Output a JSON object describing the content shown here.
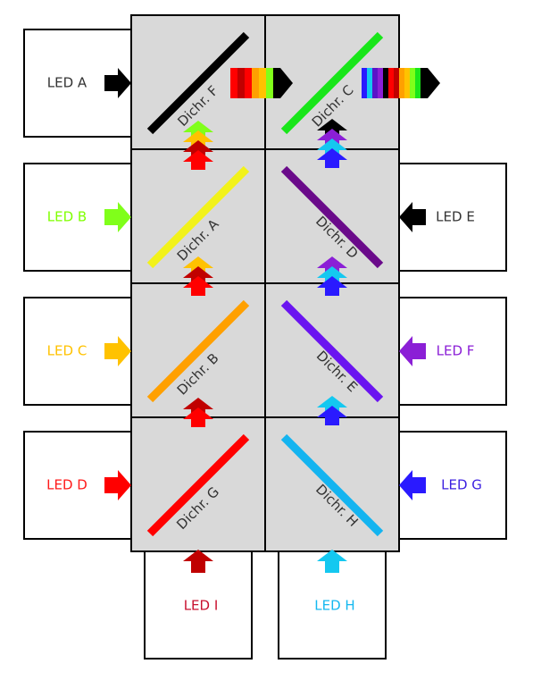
{
  "leds": [
    {
      "id": "led-a",
      "label": "LED A",
      "color": "#333333"
    },
    {
      "id": "led-b",
      "label": "LED B",
      "color": "#7fff00"
    },
    {
      "id": "led-c",
      "label": "LED C",
      "color": "#ffc200"
    },
    {
      "id": "led-d",
      "label": "LED D",
      "color": "#ff1a1a"
    },
    {
      "id": "led-e",
      "label": "LED E",
      "color": "#333333"
    },
    {
      "id": "led-f",
      "label": "LED F",
      "color": "#8b1fd6"
    },
    {
      "id": "led-g",
      "label": "LED G",
      "color": "#3b1fe0"
    },
    {
      "id": "led-h",
      "label": "LED H",
      "color": "#14b8f0"
    },
    {
      "id": "led-i",
      "label": "LED I",
      "color": "#c8102e"
    }
  ],
  "dichroics": [
    {
      "id": "dichr-f",
      "label": "Dichr. F",
      "color": "#000000"
    },
    {
      "id": "dichr-c",
      "label": "Dichr. C",
      "color": "#19e61a"
    },
    {
      "id": "dichr-a",
      "label": "Dichr. A",
      "color": "#f2f21a"
    },
    {
      "id": "dichr-d",
      "label": "Dichr. D",
      "color": "#6a0a8a"
    },
    {
      "id": "dichr-b",
      "label": "Dichr. B",
      "color": "#ffa000"
    },
    {
      "id": "dichr-e",
      "label": "Dichr. E",
      "color": "#6a14f0"
    },
    {
      "id": "dichr-g",
      "label": "Dichr. G",
      "color": "#ff0000"
    },
    {
      "id": "dichr-h",
      "label": "Dichr. H",
      "color": "#14b4f0"
    }
  ],
  "colors": {
    "cell_fill": "#d9d9d9",
    "black": "#000000",
    "red": "#ff0000",
    "dark_red": "#c00000",
    "orange": "#ffa000",
    "yellow": "#f2f21a",
    "amber": "#ffc200",
    "lime": "#80ff1a",
    "green": "#19e61a",
    "cyan": "#14c8f0",
    "blue": "#2a1aff",
    "purple": "#8b1fd6",
    "indigo": "#5a14c8"
  }
}
